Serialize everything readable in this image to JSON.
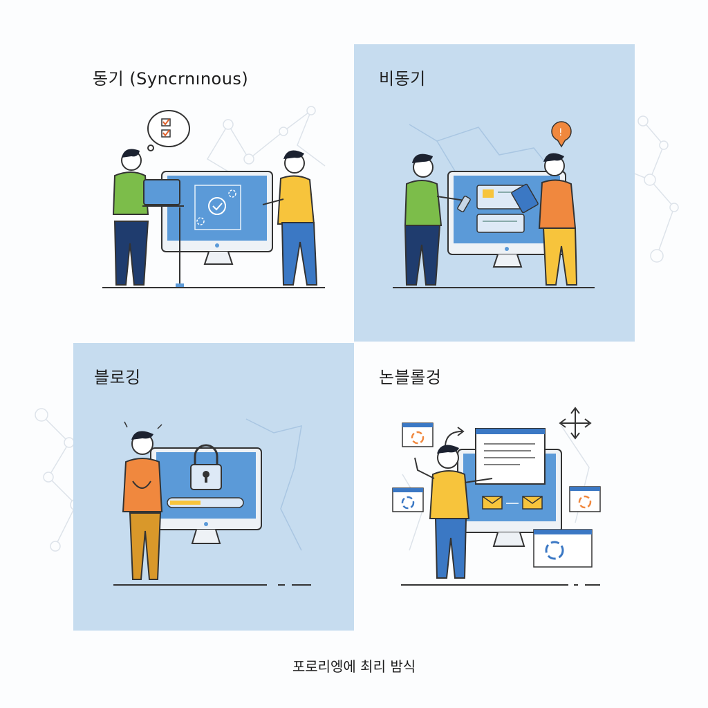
{
  "panels": {
    "sync": {
      "title": "동기 (Syncrnınous)"
    },
    "async": {
      "title": "비동기"
    },
    "blocking": {
      "title": "블로깅"
    },
    "nonblocking": {
      "title": "논블롤겅"
    }
  },
  "caption": "포로리엥에 최리 밤식",
  "colors": {
    "panel_tint": "#c6dcef",
    "screen_blue": "#5b9ad8",
    "accent_orange": "#f0883e",
    "shirt_green": "#7cbd4a",
    "shirt_yellow": "#f7c43c",
    "pants_navy": "#1f3c6e"
  }
}
